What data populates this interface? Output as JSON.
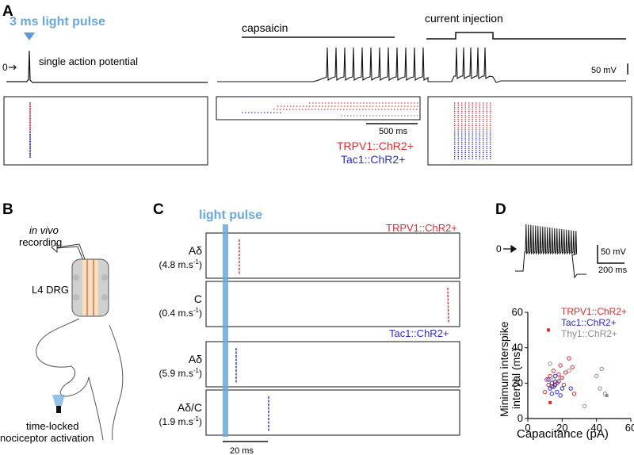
{
  "panel_labels": {
    "a": "A",
    "b": "B",
    "c": "C",
    "d": "D"
  },
  "panel_a": {
    "light_pulse_label": "3 ms light pulse",
    "zero_label": "0",
    "single_ap_label": "single action potential",
    "capsaicin_label": "capsaicin",
    "current_injection_label": "current injection",
    "scale_mv": "50 mV",
    "scale_ms": "500 ms",
    "legend_trpv1": "TRPV1::ChR2+",
    "legend_tac1": "Tac1::ChR2+"
  },
  "panel_b": {
    "in_vivo": "in vivo",
    "recording": "recording",
    "l4_drg": "L4 DRG",
    "time_locked": "time-locked",
    "nociceptor_activation": "nociceptor activation"
  },
  "panel_c": {
    "light_pulse_label": "light pulse",
    "trpv1_label": "TRPV1::ChR2+",
    "tac1_label": "Tac1::ChR2+",
    "rows": [
      {
        "fiber": "Aδ",
        "velocity": "(4.8 m.s",
        "sup": "-1",
        "close": ")"
      },
      {
        "fiber": "C",
        "velocity": "(0.4 m.s",
        "sup": "-1",
        "close": ")"
      },
      {
        "fiber": "Aδ",
        "velocity": "(5.9 m.s",
        "sup": "-1",
        "close": ")"
      },
      {
        "fiber": "Aδ/C",
        "velocity": "(1.9 m.s",
        "sup": "-1",
        "close": ")"
      }
    ],
    "scale_label": "20 ms"
  },
  "panel_d": {
    "zero_label": "0",
    "scale_mv": "50 mV",
    "scale_ms": "200 ms"
  },
  "colors": {
    "red": "#e8282b",
    "blue": "#2b2bd6",
    "gray": "#8c8c8c",
    "light_blue": "#6aa8dc"
  },
  "chart_data": {
    "type": "scatter",
    "xlabel": "Capacitance (pA)",
    "ylabel": "Minimum interspike interval (ms)",
    "xlim": [
      0,
      60
    ],
    "ylim": [
      0,
      60
    ],
    "xticks": [
      "0",
      "20",
      "40",
      "60"
    ],
    "yticks": [
      "0",
      "20",
      "40",
      "60"
    ],
    "legend_position": "top-right",
    "series": [
      {
        "name": "TRPV1::ChR2+",
        "color": "#e8282b",
        "points": [
          [
            10,
            15
          ],
          [
            12,
            19
          ],
          [
            13,
            24
          ],
          [
            14,
            18
          ],
          [
            15,
            27
          ],
          [
            16,
            21
          ],
          [
            17,
            20
          ],
          [
            18,
            25
          ],
          [
            19,
            30
          ],
          [
            20,
            23
          ],
          [
            21,
            19
          ],
          [
            22,
            26
          ],
          [
            24,
            34
          ],
          [
            26,
            29
          ],
          [
            11,
            22
          ],
          [
            12,
            50
          ],
          [
            13,
            9
          ],
          [
            27,
            14
          ]
        ],
        "filled": [
          false,
          false,
          false,
          false,
          false,
          false,
          false,
          false,
          false,
          false,
          false,
          false,
          false,
          false,
          false,
          true,
          true,
          false
        ]
      },
      {
        "name": "Tac1::ChR2+",
        "color": "#2b2bd6",
        "points": [
          [
            12,
            22
          ],
          [
            13,
            17
          ],
          [
            14,
            20
          ],
          [
            15,
            18
          ],
          [
            16,
            24
          ],
          [
            17,
            15
          ],
          [
            18,
            21
          ],
          [
            19,
            13
          ],
          [
            20,
            17
          ],
          [
            25,
            17
          ],
          [
            14,
            14
          ],
          [
            16,
            19
          ]
        ],
        "filled": [
          false,
          false,
          false,
          false,
          false,
          false,
          false,
          false,
          false,
          false,
          false,
          false
        ]
      },
      {
        "name": "Thy1::ChR2+",
        "color": "#8c8c8c",
        "points": [
          [
            13,
            31
          ],
          [
            15,
            22
          ],
          [
            19,
            23
          ],
          [
            24,
            27
          ],
          [
            33,
            7
          ],
          [
            40,
            24
          ],
          [
            42,
            17
          ],
          [
            43,
            28
          ],
          [
            45,
            14
          ],
          [
            46,
            13
          ]
        ],
        "filled": [
          false,
          false,
          false,
          false,
          false,
          false,
          false,
          false,
          false,
          true
        ]
      }
    ]
  }
}
